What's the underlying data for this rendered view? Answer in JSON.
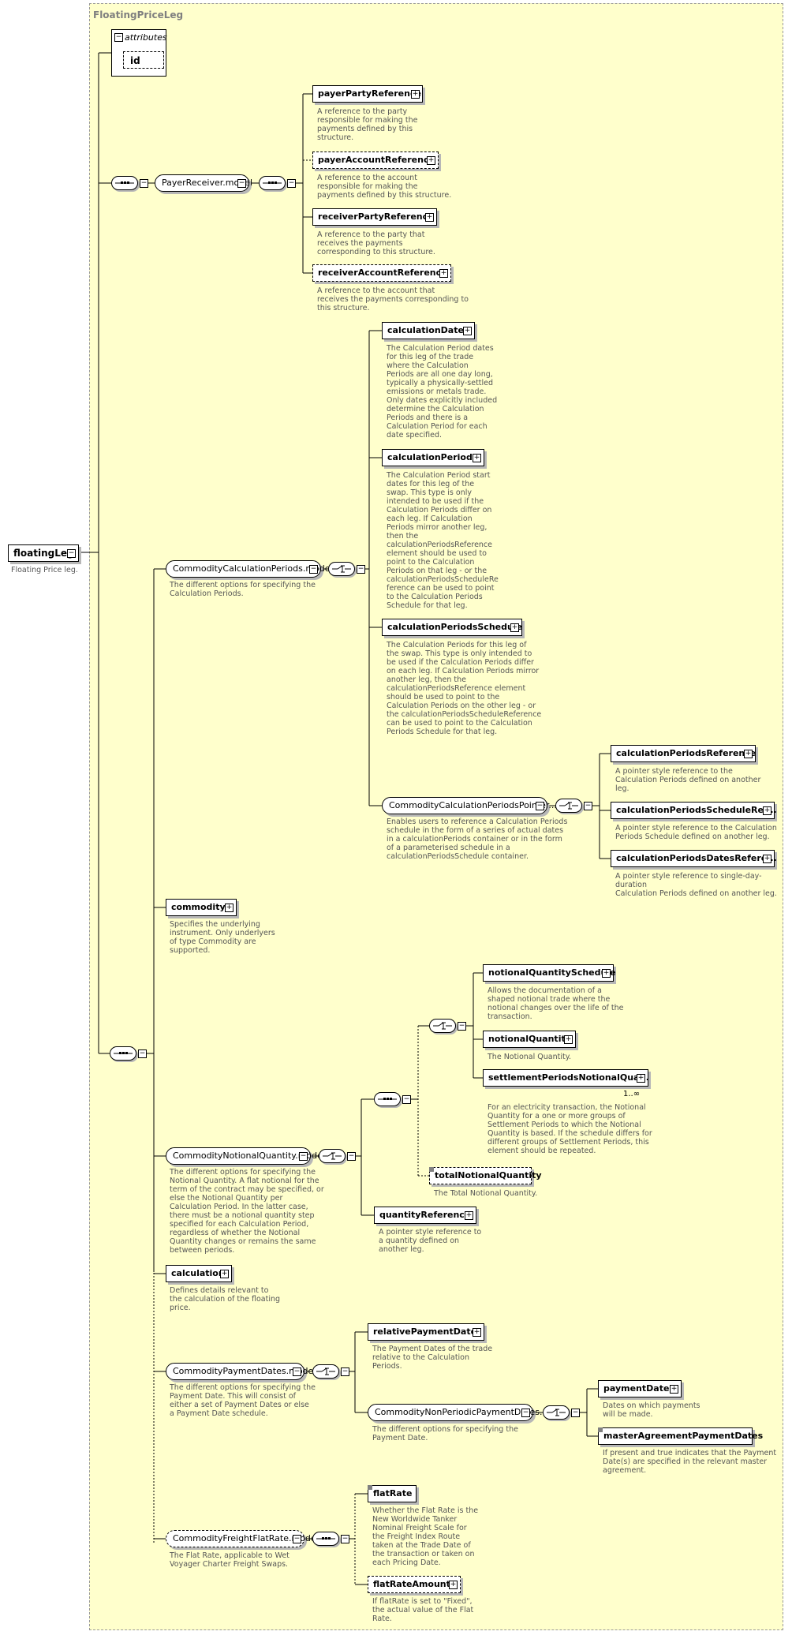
{
  "group": {
    "title": "FloatingPriceLeg"
  },
  "attributes": {
    "title": "attributes",
    "id": "id"
  },
  "root": {
    "name": "floatingLeg",
    "desc": "Floating Price leg."
  },
  "payer": {
    "model": "PayerReceiver.model",
    "items": [
      {
        "name": "payerPartyReference",
        "desc": "A reference to the party\nresponsible for making the\npayments defined by this\nstructure."
      },
      {
        "name": "payerAccountReference",
        "desc": "A reference to the account\nresponsible for making the\npayments defined by this structure."
      },
      {
        "name": "receiverPartyReference",
        "desc": "A reference to the party that\nreceives the payments\ncorresponding to this structure."
      },
      {
        "name": "receiverAccountReference",
        "desc": "A reference to the account that\nreceives the payments corresponding to\nthis structure."
      }
    ]
  },
  "calc_periods": {
    "model": "CommodityCalculationPeriods.model",
    "desc": "The different options for specifying the\nCalculation Periods.",
    "items": [
      {
        "name": "calculationDates",
        "desc": "The Calculation Period dates\nfor this leg of the trade\nwhere the Calculation\nPeriods are all one day long,\ntypically a physically-settled\nemissions or metals trade.\nOnly dates explicitly included\ndetermine the Calculation\nPeriods and there is a\nCalculation Period for each\ndate specified."
      },
      {
        "name": "calculationPeriods",
        "desc": "The Calculation Period start\ndates for this leg of the\nswap. This type is only\nintended to be used if the\nCalculation Periods differ on\neach leg. If Calculation\nPeriods mirror another leg,\nthen the\ncalculationPeriodsReference\nelement should be used to\npoint to the Calculation\nPeriods on that leg - or the\ncalculationPeriodsScheduleRe\nference can be used to point\nto the Calculation Periods\nSchedule for that leg."
      },
      {
        "name": "calculationPeriodsSchedule",
        "desc": "The Calculation Periods for this leg of\nthe swap. This type is only intended to\nbe used if the Calculation Periods differ\non each leg. If Calculation Periods mirror\nanother leg, then the\ncalculationPeriodsReference element\nshould be used to point to the\nCalculation Periods on the other leg - or\nthe calculationPeriodsScheduleReference\ncan be used to point to the Calculation\nPeriods Schedule for that leg."
      }
    ],
    "pointer": {
      "model": "CommodityCalculationPeriodsPointer....",
      "desc": "Enables users to reference a Calculation Periods\nschedule in the form of a series of actual dates\nin a calculationPeriods container or in the form\nof a parameterised schedule in a\ncalculationPeriodsSchedule container.",
      "items": [
        {
          "name": "calculationPeriodsReference",
          "desc": "A pointer style reference to the\nCalculation Periods defined on another\nleg."
        },
        {
          "name": "calculationPeriodsScheduleRef...",
          "desc": "A pointer style reference to the Calculation\nPeriods Schedule defined on another leg."
        },
        {
          "name": "calculationPeriodsDatesRefere...",
          "desc": "A pointer style reference to single-day-duration\nCalculation Periods defined on another leg."
        }
      ]
    }
  },
  "commodity": {
    "name": "commodity",
    "desc": "Specifies the underlying\ninstrument. Only underlyers\nof type Commodity are\nsupported."
  },
  "notional": {
    "model": "CommodityNotionalQuantity.model",
    "desc": "The different options for specifying the\nNotional Quantity. A flat notional for the\nterm of the contract may be specified, or\nelse the Notional Quantity per\nCalculation Period. In the latter case,\nthere must be a notional quantity step\nspecified for each Calculation Period,\nregardless of whether the Notional\nQuantity changes or remains the same\nbetween periods.",
    "items": [
      {
        "name": "notionalQuantitySchedule",
        "desc": "Allows the documentation of a\nshaped notional trade where the\nnotional changes over the life of the\ntransaction."
      },
      {
        "name": "notionalQuantity",
        "desc": "The Notional Quantity."
      },
      {
        "name": "settlementPeriodsNotionalQua...",
        "desc": "For an electricity transaction, the Notional\nQuantity for a one or more groups of\nSettlement Periods to which the Notional\nQuantity is based. If the schedule differs for\ndifferent groups of Settlement Periods, this\nelement should be repeated.",
        "card": "1..∞"
      }
    ],
    "total": {
      "name": "totalNotionalQuantity",
      "desc": "The Total Notional Quantity."
    },
    "qref": {
      "name": "quantityReference",
      "desc": "A pointer style reference to\na quantity defined on\nanother leg."
    }
  },
  "calculation": {
    "name": "calculation",
    "desc": "Defines details relevant to\nthe calculation of the floating\nprice."
  },
  "payment": {
    "model": "CommodityPaymentDates.model",
    "desc": "The different options for specifying the\nPayment Date. This will consist of\neither a set of Payment Dates or else\na Payment Date schedule.",
    "relative": {
      "name": "relativePaymentDates",
      "desc": "The Payment Dates of the trade\nrelative to the Calculation\nPeriods."
    },
    "nonperiodic": {
      "model": "CommodityNonPeriodicPaymentDates...",
      "desc": "The different options for specifying the\nPayment Date.",
      "items": [
        {
          "name": "paymentDates",
          "desc": "Dates on which payments\nwill be made."
        },
        {
          "name": "masterAgreementPaymentDates",
          "desc": "If present and true indicates that the Payment\nDate(s) are specified in the relevant master\nagreement."
        }
      ]
    }
  },
  "freight": {
    "model": "CommodityFreightFlatRate.model",
    "desc": "The Flat Rate, applicable to Wet\nVoyager Charter Freight Swaps.",
    "items": [
      {
        "name": "flatRate",
        "desc": "Whether the Flat Rate is the\nNew Worldwide Tanker\nNominal Freight Scale for\nthe Freight Index Route\ntaken at the Trade Date of\nthe transaction or taken on\neach Pricing Date."
      },
      {
        "name": "flatRateAmount",
        "desc": "If flatRate is set to \"Fixed\",\nthe actual value of the Flat\nRate."
      }
    ]
  }
}
